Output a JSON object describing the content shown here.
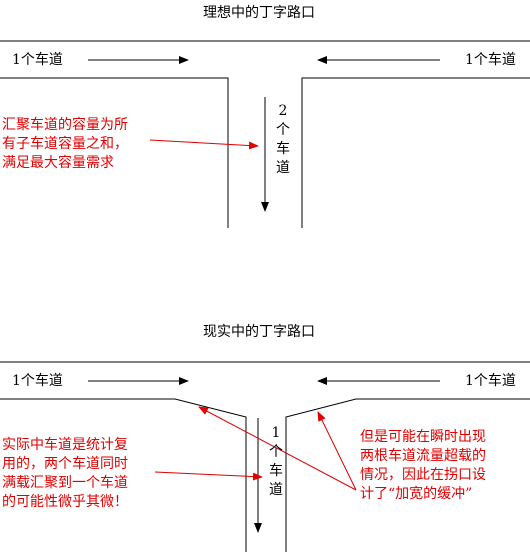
{
  "colors": {
    "road": "#000000",
    "annotation": "#e00000"
  },
  "ideal": {
    "title": "理想中的丁字路口",
    "left_lane": "1个车道",
    "right_lane": "1个车道",
    "merged_lane": "2个车道",
    "note": "汇聚车道的容量为所\n有子车道容量之和，\n满足最大容量需求"
  },
  "real": {
    "title": "现实中的丁字路口",
    "left_lane": "1个车道",
    "right_lane": "1个车道",
    "merged_lane": "1个车道",
    "note_left": "实际中车道是统计复\n用的，两个车道同时\n满载汇聚到一个车道\n的可能性微乎其微！",
    "note_right": "但是可能在瞬时出现\n两根车道流量超载的\n情况，因此在拐口设\n计了“加宽的缓冲”"
  }
}
